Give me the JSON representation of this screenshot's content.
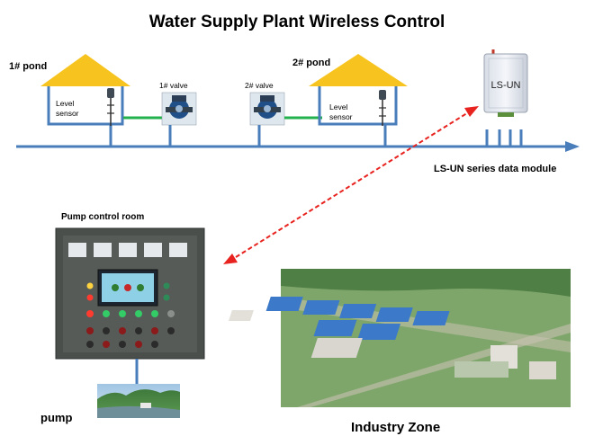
{
  "title": "Water Supply Plant Wireless Control",
  "ponds": [
    {
      "name": "1# pond",
      "sensor_line1": "Level",
      "sensor_line2": "sensor"
    },
    {
      "name": "2# pond",
      "sensor_line1": "Level",
      "sensor_line2": "sensor"
    }
  ],
  "valves": [
    "1# valve",
    "2# valve"
  ],
  "module": {
    "screen_label": "LS-UN",
    "caption": "LS-UN series data module"
  },
  "pump_room": {
    "label": "Pump control room"
  },
  "pump": {
    "label": "pump"
  },
  "industry": {
    "label": "Industry Zone"
  },
  "colors": {
    "pipe": "#4a7ebb",
    "roof": "#f7c31e",
    "link": "#22b14c",
    "wireless": "#e8231f",
    "panel": "#4a4f4c"
  }
}
